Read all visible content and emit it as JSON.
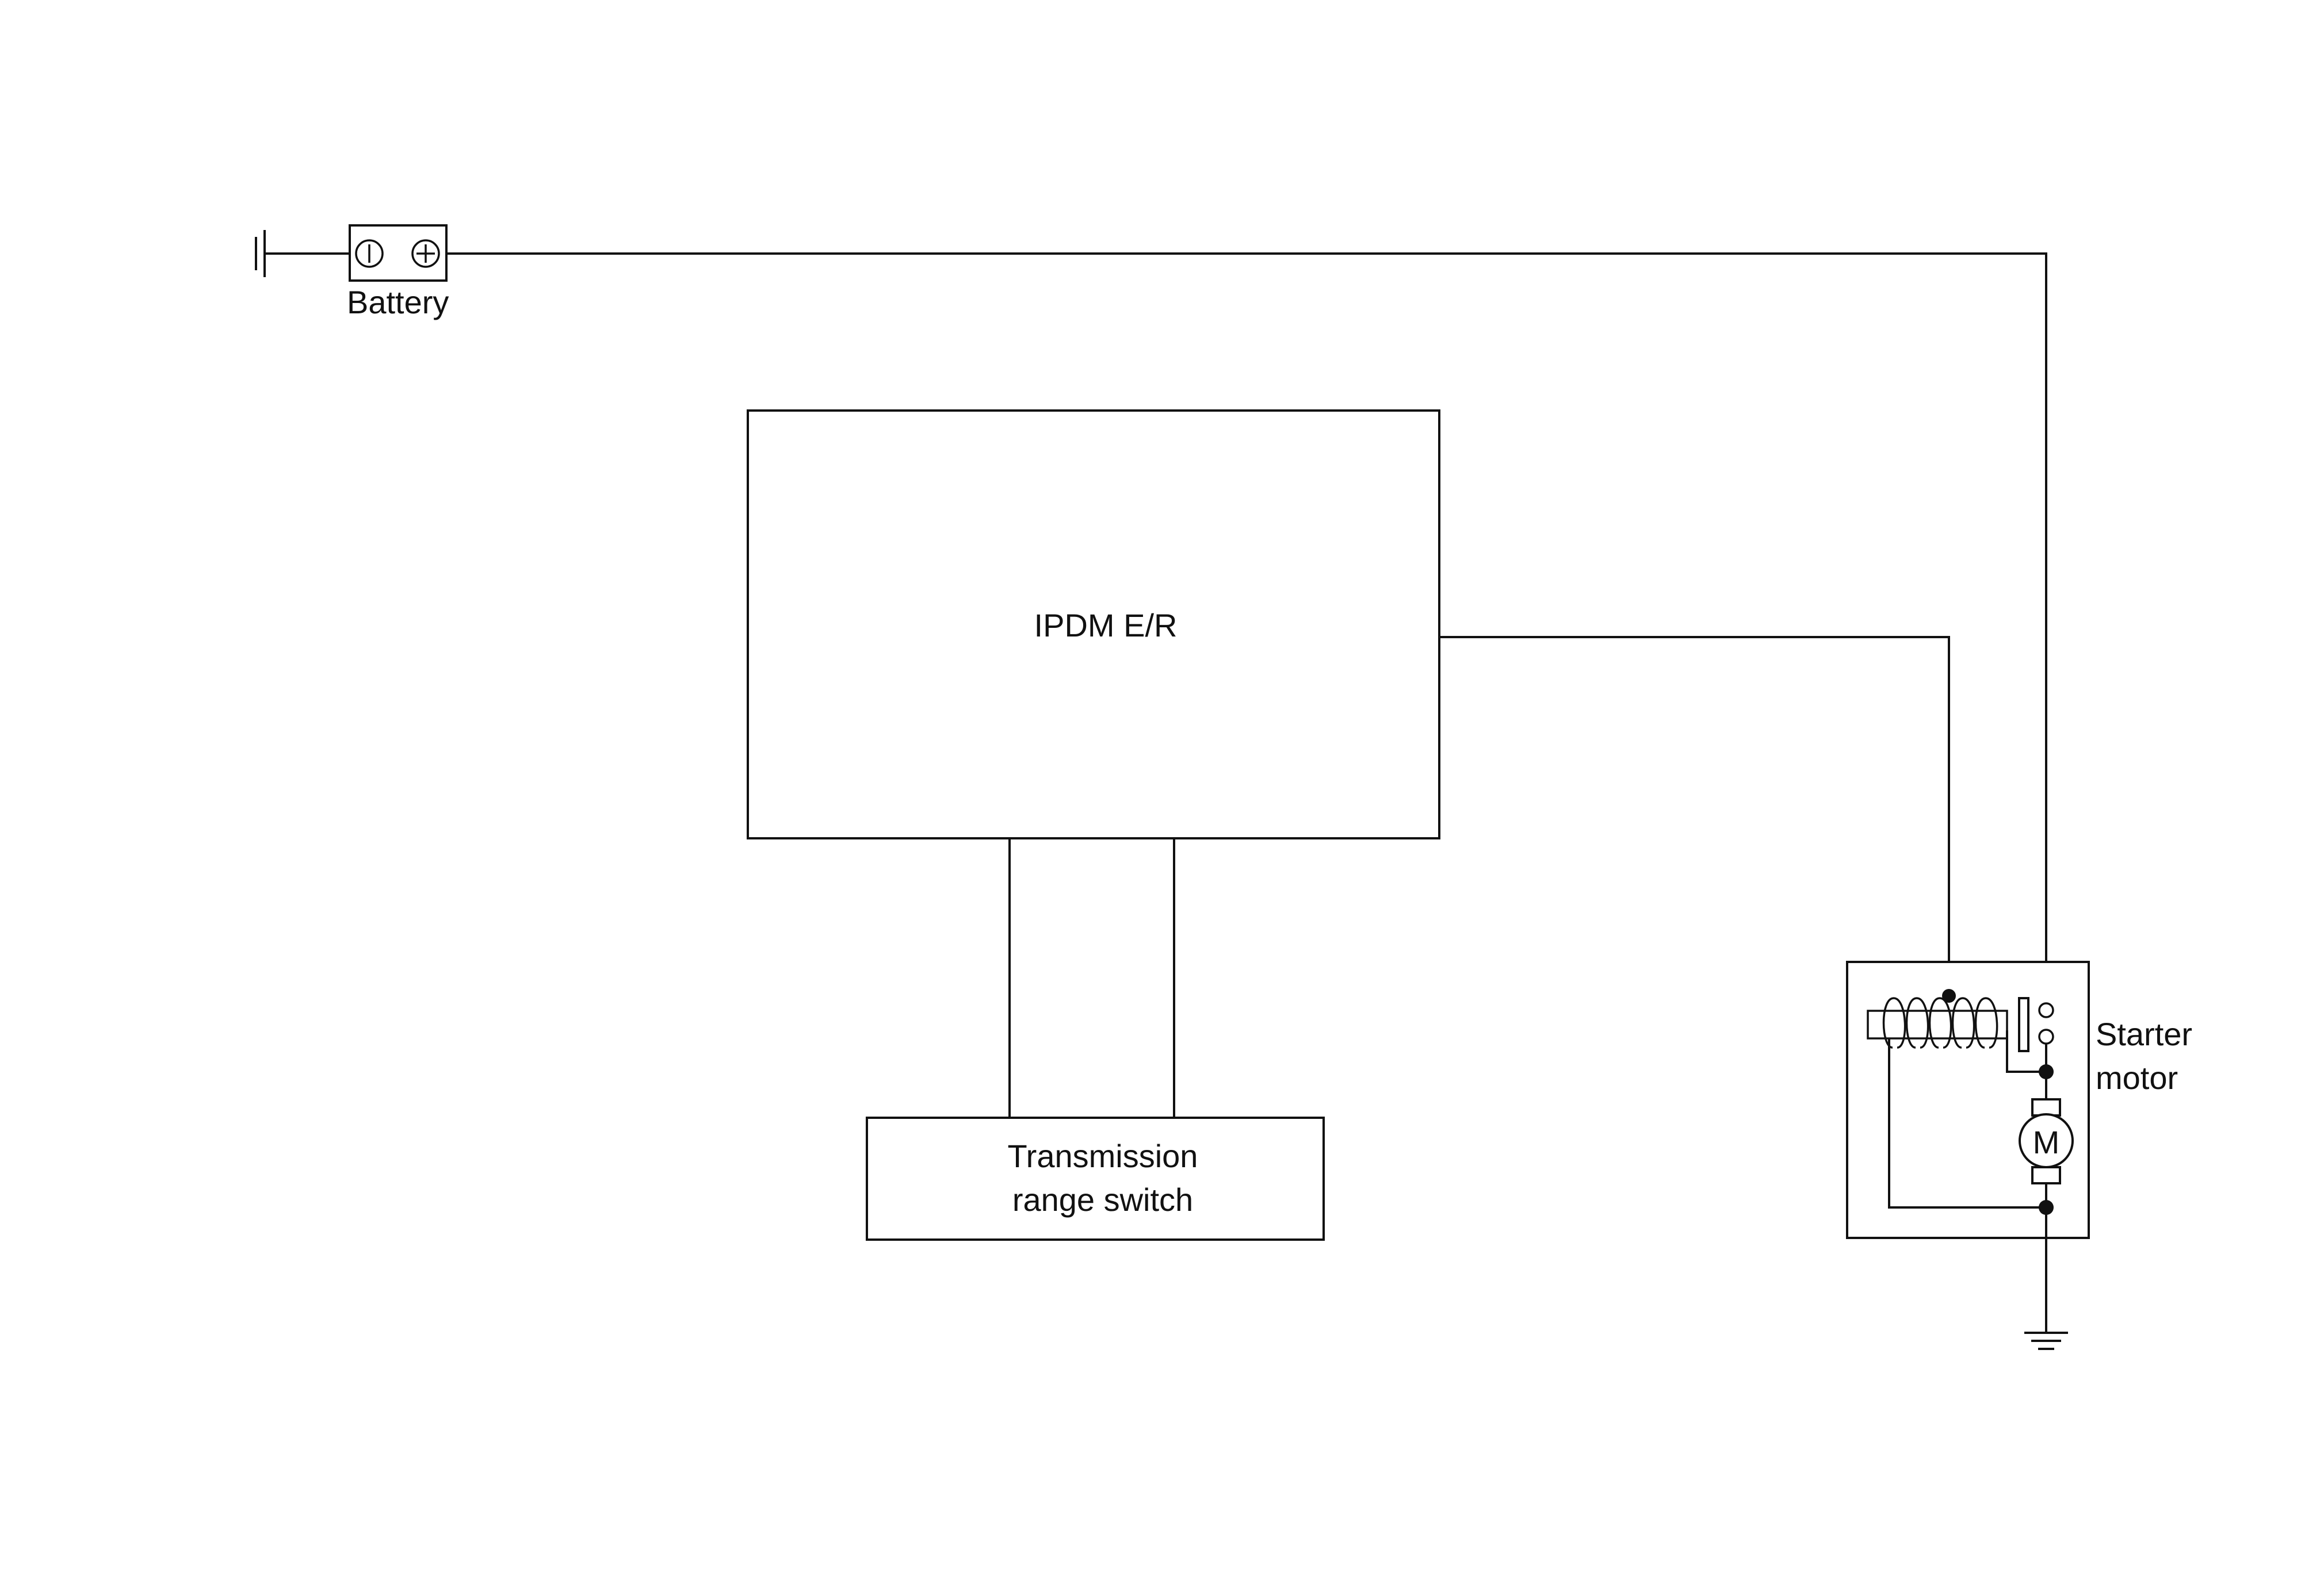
{
  "diagram": {
    "battery": {
      "label": "Battery",
      "negative_symbol": "minus-circle-icon",
      "positive_symbol": "plus-circle-icon"
    },
    "ipdm": {
      "label": "IPDM E/R"
    },
    "transmission_switch": {
      "label_line1": "Transmission",
      "label_line2": "range switch"
    },
    "starter_motor": {
      "label_line1": "Starter",
      "label_line2": "motor",
      "motor_symbol": "M"
    },
    "colors": {
      "line": "#111111",
      "background": "#ffffff"
    }
  }
}
